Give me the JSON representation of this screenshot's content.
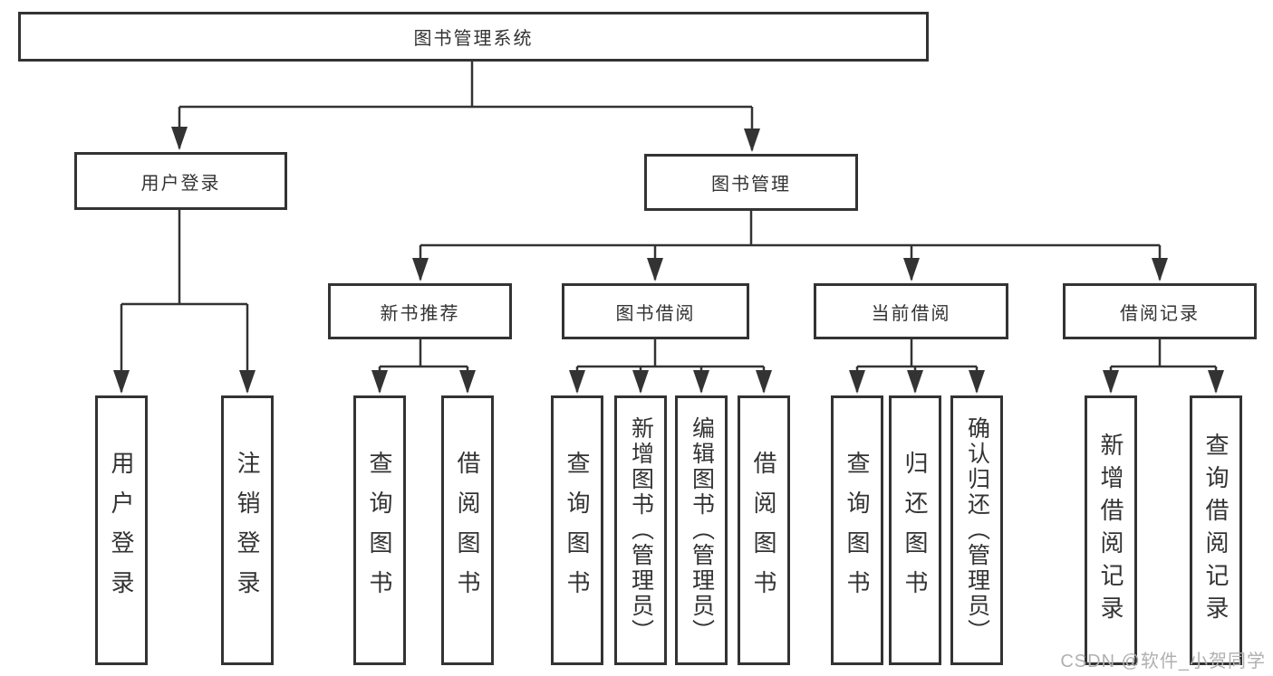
{
  "colors": {
    "line": "#333333",
    "box_border": "#333333",
    "text": "#333333",
    "watermark": "#b0b0b0",
    "background": "#ffffff"
  },
  "watermark": {
    "text": "CSDN @软件_小贺同学"
  },
  "tree": {
    "root": {
      "label": "图书管理系统"
    },
    "level2": [
      {
        "label": "用户登录"
      },
      {
        "label": "图书管理"
      }
    ],
    "level3": [
      {
        "parent": "图书管理",
        "label": "新书推荐"
      },
      {
        "parent": "图书管理",
        "label": "图书借阅"
      },
      {
        "parent": "图书管理",
        "label": "当前借阅"
      },
      {
        "parent": "图书管理",
        "label": "借阅记录"
      }
    ],
    "leaves": [
      {
        "parent": "用户登录",
        "label": "用户登录"
      },
      {
        "parent": "用户登录",
        "label": "注销登录"
      },
      {
        "parent": "新书推荐",
        "label": "查询图书"
      },
      {
        "parent": "新书推荐",
        "label": "借阅图书"
      },
      {
        "parent": "图书借阅",
        "label": "查询图书"
      },
      {
        "parent": "图书借阅",
        "label": "新增图书（管理员）"
      },
      {
        "parent": "图书借阅",
        "label": "编辑图书（管理员）"
      },
      {
        "parent": "图书借阅",
        "label": "借阅图书"
      },
      {
        "parent": "当前借阅",
        "label": "查询图书"
      },
      {
        "parent": "当前借阅",
        "label": "归还图书"
      },
      {
        "parent": "当前借阅",
        "label": "确认归还（管理员）"
      },
      {
        "parent": "借阅记录",
        "label": "新增借阅记录"
      },
      {
        "parent": "借阅记录",
        "label": "查询借阅记录"
      }
    ]
  }
}
